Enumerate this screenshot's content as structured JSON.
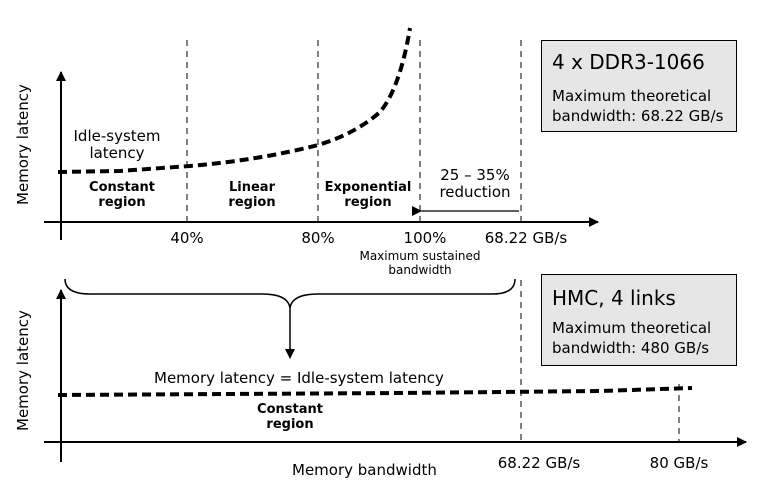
{
  "top_panel": {
    "y_axis_label": "Memory latency",
    "idle_label_line1": "Idle-system",
    "idle_label_line2": "latency",
    "regions": [
      {
        "line1": "Constant",
        "line2": "region"
      },
      {
        "line1": "Linear",
        "line2": "region"
      },
      {
        "line1": "Exponential",
        "line2": "region"
      }
    ],
    "reduction_line1": "25 – 35%",
    "reduction_line2": "reduction",
    "ticks": [
      "40%",
      "80%",
      "100%",
      "68.22 GB/s"
    ],
    "max_sustained_line1": "Maximum sustained",
    "max_sustained_line2": "bandwidth",
    "info_box": {
      "title": "4 x DDR3-1066",
      "line1": "Maximum theoretical",
      "line2": "bandwidth: 68.22 GB/s"
    }
  },
  "bottom_panel": {
    "y_axis_label": "Memory latency",
    "equation": "Memory latency = Idle-system latency",
    "region_line1": "Constant",
    "region_line2": "region",
    "ticks": [
      "68.22 GB/s",
      "80 GB/s"
    ],
    "x_axis_label": "Memory bandwidth",
    "info_box": {
      "title": "HMC, 4 links",
      "line1": "Maximum theoretical",
      "line2": "bandwidth: 480 GB/s"
    }
  }
}
